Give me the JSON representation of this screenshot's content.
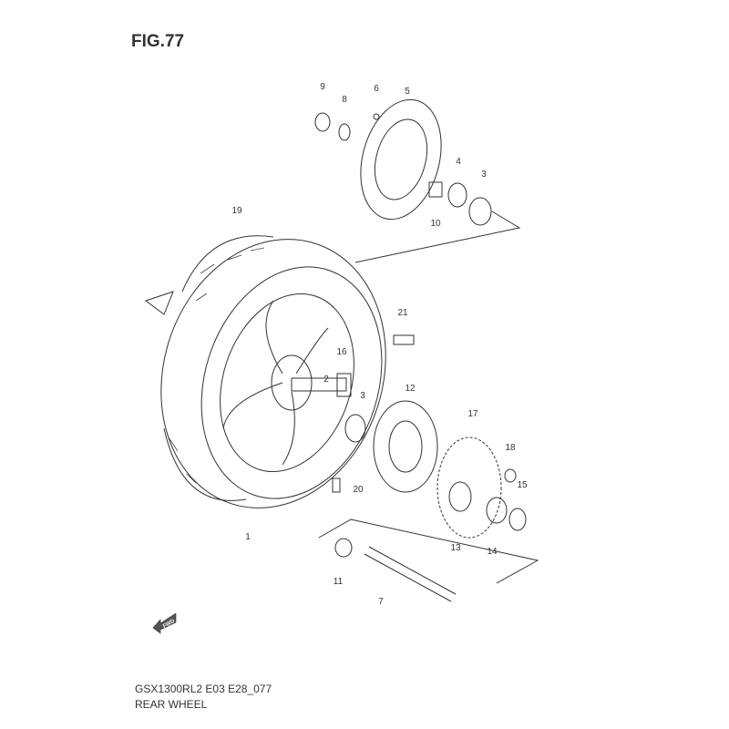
{
  "figure_title": "FIG.77",
  "model_code": "GSX1300RL2 E03 E28_077",
  "section_title": "REAR WHEEL",
  "footer_small": "",
  "callouts": [
    "1",
    "2",
    "3",
    "3",
    "4",
    "5",
    "6",
    "7",
    "8",
    "9",
    "10",
    "11",
    "12",
    "13",
    "14",
    "15",
    "16",
    "17",
    "18",
    "19",
    "20",
    "21"
  ],
  "front_indicator": "FWD"
}
